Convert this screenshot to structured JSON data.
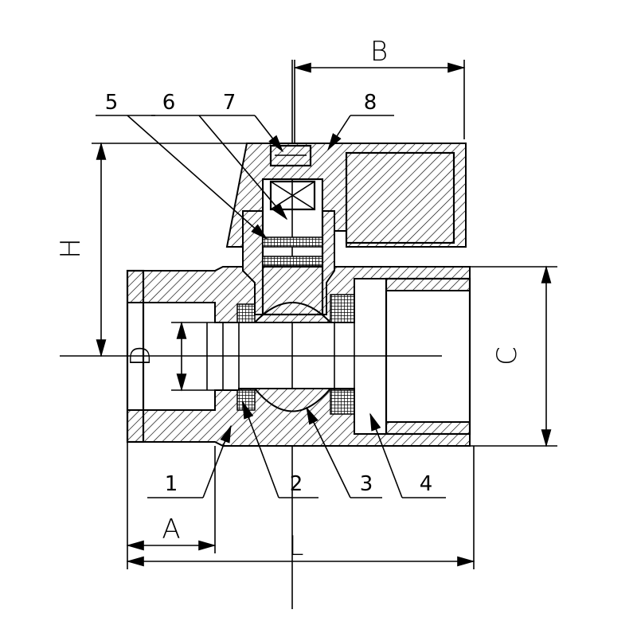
{
  "title": "Mini ball valve sectional drawing",
  "dimensions": {
    "A": "A",
    "B": "B",
    "C": "C",
    "D": "D",
    "H": "H",
    "L": "L"
  },
  "part_numbers": [
    "1",
    "2",
    "3",
    "4",
    "5",
    "6",
    "7",
    "8"
  ],
  "colors": {
    "line": "#000000",
    "background": "#ffffff"
  }
}
